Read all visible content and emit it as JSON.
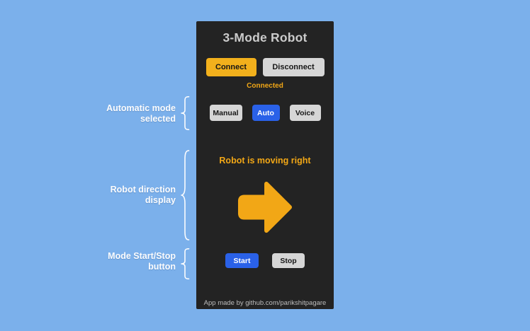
{
  "colors": {
    "background": "#7BB0EB",
    "panel": "#232323",
    "yellow-button": "#F2B01C",
    "yellow-accent": "#F2A716",
    "blue": "#2A61E8",
    "gray-button": "#D6D6D6",
    "title-text": "#CBCBCB",
    "footer-text": "#BDBDBD",
    "annotation-text": "#FBFCFE"
  },
  "panel": {
    "title": "3-Mode Robot",
    "connect_button": "Connect",
    "disconnect_button": "Disconnect",
    "status": "Connected",
    "mode_buttons": [
      {
        "label": "Manual",
        "active": false
      },
      {
        "label": "Auto",
        "active": true
      },
      {
        "label": "Voice",
        "active": false
      }
    ],
    "direction_message": "Robot is moving right",
    "direction_icon": "arrow-right",
    "start_button": "Start",
    "stop_button": "Stop",
    "footer": "App made by github.com/parikshitpagare"
  },
  "annotations": [
    {
      "lines": [
        "Automatic mode",
        "selected"
      ]
    },
    {
      "lines": [
        "Robot direction",
        "display"
      ]
    },
    {
      "lines": [
        "Mode Start/Stop",
        "button"
      ]
    }
  ]
}
